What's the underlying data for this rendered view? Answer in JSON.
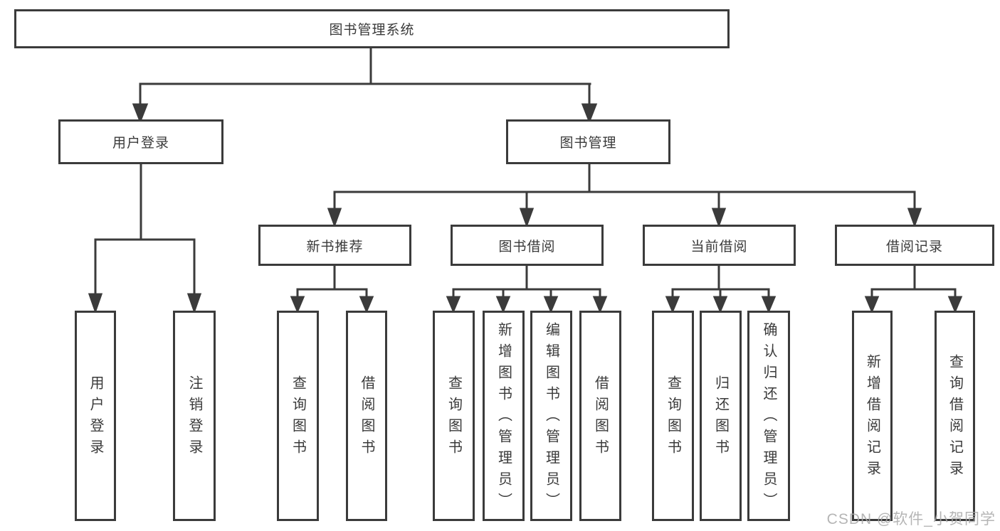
{
  "diagram_title": "图书管理系统",
  "tree": {
    "root": {
      "label": "图书管理系统"
    },
    "branches": [
      {
        "label": "用户登录",
        "children": [
          {
            "label": "用户登录"
          },
          {
            "label": "注销登录"
          }
        ]
      },
      {
        "label": "图书管理",
        "children": [
          {
            "label": "新书推荐",
            "children": [
              {
                "label": "查询图书"
              },
              {
                "label": "借阅图书"
              }
            ]
          },
          {
            "label": "图书借阅",
            "children": [
              {
                "label": "查询图书"
              },
              {
                "label": "新增图书（管理员）"
              },
              {
                "label": "编辑图书（管理员）"
              },
              {
                "label": "借阅图书"
              }
            ]
          },
          {
            "label": "当前借阅",
            "children": [
              {
                "label": "查询图书"
              },
              {
                "label": "归还图书"
              },
              {
                "label": "确认归还（管理员）"
              }
            ]
          },
          {
            "label": "借阅记录",
            "children": [
              {
                "label": "新增借阅记录"
              },
              {
                "label": "查询借阅记录"
              }
            ]
          }
        ]
      }
    ]
  },
  "watermark": "CSDN @软件_小贺同学",
  "colors": {
    "line": "#3b3b3b",
    "text": "#3a3a3a",
    "box_background": "#ffffff",
    "watermark": "#a9a9a9"
  }
}
